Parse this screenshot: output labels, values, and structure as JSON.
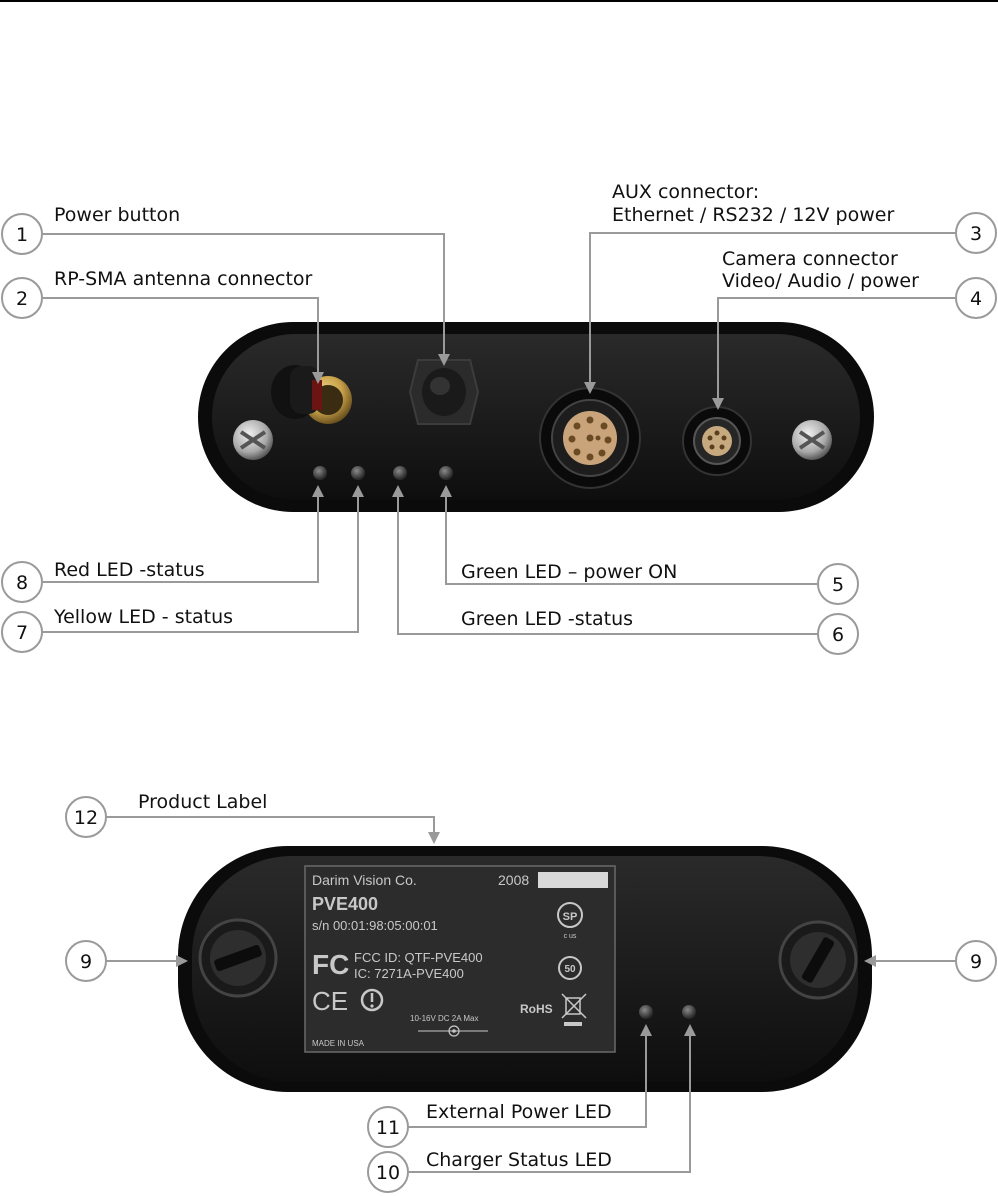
{
  "top_view": {
    "callouts": [
      {
        "num": "1",
        "label": "Power button"
      },
      {
        "num": "2",
        "label": "RP-SMA antenna connector"
      },
      {
        "num": "3",
        "label_lines": [
          "AUX connector:",
          "Ethernet / RS232 / 12V power"
        ]
      },
      {
        "num": "4",
        "label_lines": [
          "Camera connector",
          "Video/ Audio / power"
        ]
      },
      {
        "num": "5",
        "label": "Green LED – power ON"
      },
      {
        "num": "6",
        "label": "Green LED -status"
      },
      {
        "num": "7",
        "label": "Yellow LED - status"
      },
      {
        "num": "8",
        "label": "Red LED -status"
      }
    ]
  },
  "bottom_view": {
    "callouts": [
      {
        "num": "12",
        "label": "Product Label"
      },
      {
        "num": "9",
        "label": ""
      },
      {
        "num": "9",
        "label": ""
      },
      {
        "num": "11",
        "label": "External Power LED"
      },
      {
        "num": "10",
        "label": "Charger Status LED"
      }
    ],
    "product_label": {
      "maker": "Darim Vision Co.",
      "year": "2008",
      "model": "PVE400",
      "serial": "s/n 00:01:98:05:00:01",
      "fcc": "FCC ID: QTF-PVE400",
      "ic": "IC: 7271A-PVE400",
      "power": "10-16V DC 2A Max",
      "rohs": "RoHS",
      "origin": "MADE IN USA",
      "fc_mark": "FC",
      "ce_mark": "CE",
      "csa_mark": "SP",
      "csa_sub": "c   us",
      "fifty_mark": "50"
    }
  },
  "colors": {
    "callout_stroke": "#9a9a9a",
    "panel": "#161616",
    "brass": "#c9a24a",
    "label_text": "#c8c8c8"
  }
}
